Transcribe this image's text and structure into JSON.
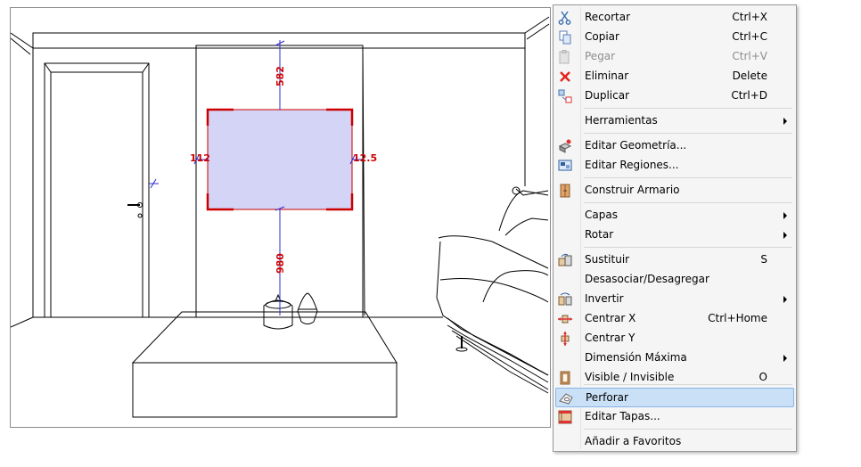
{
  "viewport": {
    "dimensions": {
      "top": "582",
      "bottom": "980",
      "left": "112",
      "right": "12.5"
    }
  },
  "menu": {
    "items": [
      {
        "label": "Recortar",
        "shortcut": "Ctrl+X",
        "icon": "scissors-icon"
      },
      {
        "label": "Copiar",
        "shortcut": "Ctrl+C",
        "icon": "copy-icon"
      },
      {
        "label": "Pegar",
        "shortcut": "Ctrl+V",
        "icon": "paste-icon",
        "disabled": true
      },
      {
        "label": "Eliminar",
        "shortcut": "Delete",
        "icon": "delete-x-icon"
      },
      {
        "label": "Duplicar",
        "shortcut": "Ctrl+D",
        "icon": "duplicate-icon"
      },
      {
        "label": "Herramientas",
        "submenu": true
      },
      {
        "label": "Editar Geometría...",
        "icon": "edit-geometry-icon"
      },
      {
        "label": "Editar Regiones...",
        "icon": "edit-regions-icon"
      },
      {
        "label": "Construir Armario",
        "icon": "wardrobe-icon"
      },
      {
        "label": "Capas",
        "submenu": true
      },
      {
        "label": "Rotar",
        "submenu": true
      },
      {
        "label": "Sustituir",
        "shortcut": "S",
        "icon": "replace-icon"
      },
      {
        "label": "Desasociar/Desagregar"
      },
      {
        "label": "Invertir",
        "submenu": true,
        "icon": "invert-icon"
      },
      {
        "label": "Centrar X",
        "shortcut": "Ctrl+Home",
        "icon": "center-x-icon"
      },
      {
        "label": "Centrar Y",
        "icon": "center-y-icon"
      },
      {
        "label": "Dimensión Máxima",
        "submenu": true
      },
      {
        "label": "Visible / Invisible",
        "shortcut": "O",
        "icon": "visibility-icon"
      },
      {
        "label": "Perforar",
        "icon": "perforate-icon",
        "highlighted": true
      },
      {
        "label": "Editar Tapas...",
        "icon": "edit-covers-icon"
      },
      {
        "label": "Añadir a Favoritos"
      }
    ]
  },
  "colors": {
    "selection_fill": "#d4d4f6",
    "dimension_red": "#cc0000",
    "dimension_blue": "#2b2bd6",
    "menu_highlight": "#c9e0f7"
  }
}
